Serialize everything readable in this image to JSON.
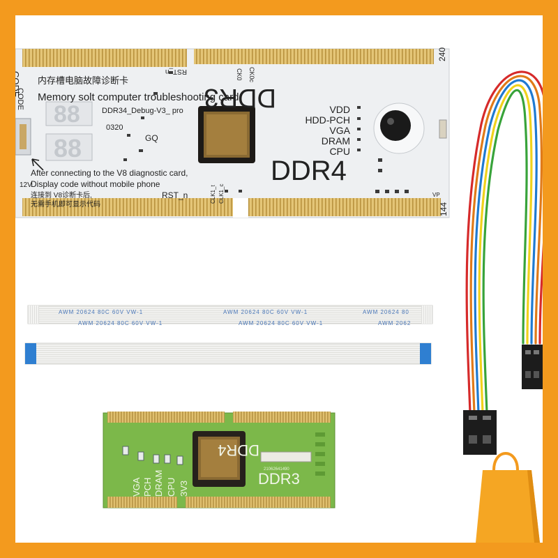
{
  "colors": {
    "border": "#f39a1e",
    "pcb_white": "#eef0f2",
    "pcb_green": "#7cb84a",
    "gold": "#c9a24a",
    "chip": "#2c2620",
    "cable_tab": "#2f7fd1"
  },
  "large_card": {
    "title_cn": "内存槽电脑故障诊断卡",
    "title_en": "Memory solt computer troubleshooting card",
    "firmware": "DDR34_Debug-V3_ pro",
    "date": "0320",
    "gq": "GQ",
    "ddr3": "DDR3",
    "ddr4": "DDR4",
    "rst_top": "RST_n",
    "ck0": "CK0",
    "ck0c": "CK0c",
    "pin_240": "240",
    "pin_144": "144",
    "code": "CODE",
    "v12": "12V",
    "vp": "VP",
    "indicators": [
      "VDD",
      "HDD-PCH",
      "VGA",
      "DRAM",
      "CPU"
    ],
    "note_line1": "After connecting to the  V8 diagnostic card,",
    "note_line2": "Display code without mobile phone",
    "note_cn1": "连接到 V8诊断卡后,",
    "note_cn2": "无需手机即可显示代码",
    "rst_bottom": "RST_n",
    "clk1t": "CLK1_t",
    "clk1c": "CLK1_c"
  },
  "ribbon": {
    "row1": [
      "AWM 20624 80C 60V VW-1",
      "AWM 20624 80C 60V VW-1",
      "AWM 20624 80"
    ],
    "row2": [
      "AWM 20624 80C 60V VW-1",
      "AWM 20624 80C 60V VW-1",
      "AWM 2062"
    ]
  },
  "small_card": {
    "ddr4": "DDR4",
    "ddr3": "DDR3",
    "labels": [
      "VGA",
      "PCH",
      "DRAM",
      "CPU",
      "3V3"
    ],
    "serial": "21062641490"
  }
}
